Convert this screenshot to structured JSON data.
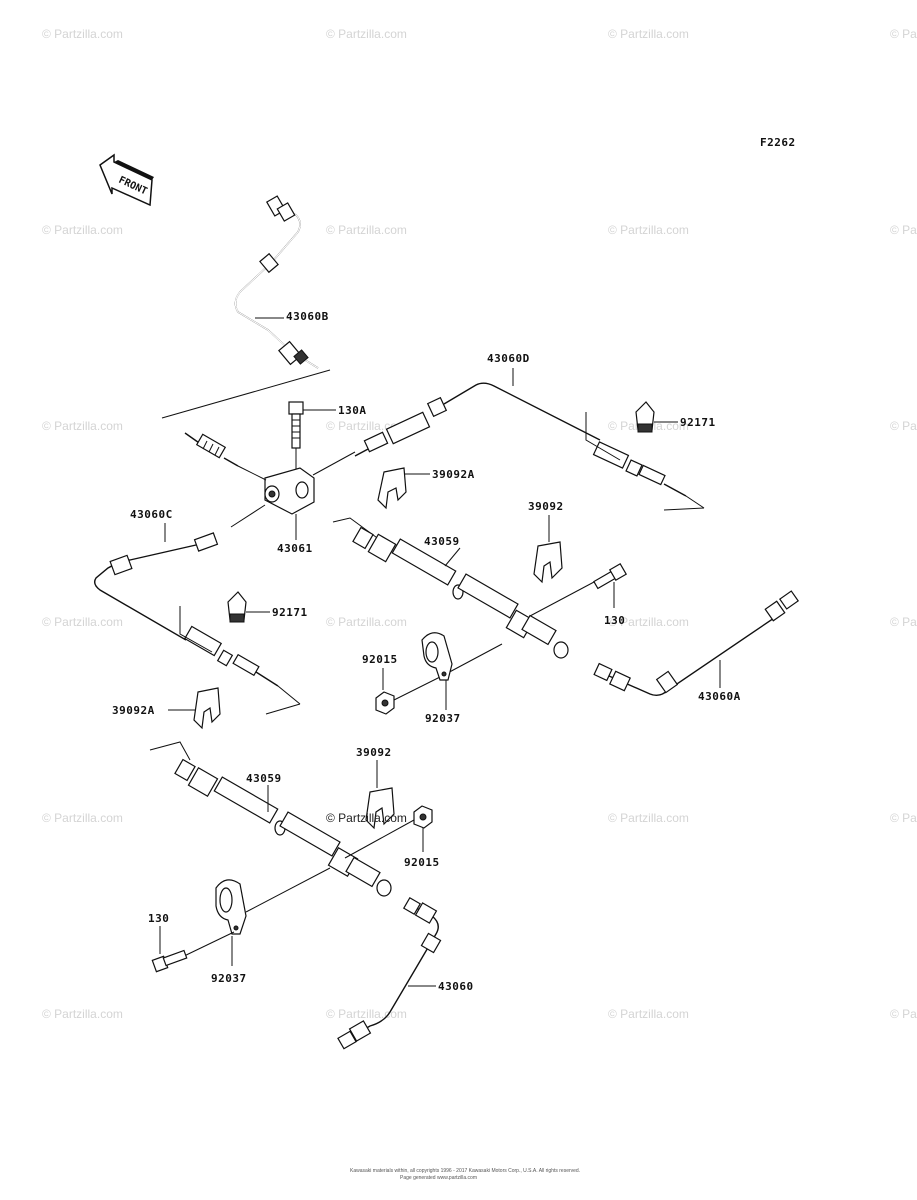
{
  "figure_code": "F2262",
  "front_label": "FRONT",
  "watermark_text": "© Partzilla.com",
  "center_watermark_text": "© Partzilla.com",
  "parts": {
    "p43060B": "43060B",
    "p130A": "130A",
    "p43060D": "43060D",
    "p92171_top": "92171",
    "p39092A_top": "39092A",
    "p39092_top": "39092",
    "p43060C": "43060C",
    "p43061": "43061",
    "p43059_top": "43059",
    "p130_right": "130",
    "p92171_mid": "92171",
    "p92015_top": "92015",
    "p43060A": "43060A",
    "p92037_top": "92037",
    "p39092A_left": "39092A",
    "p39092_low": "39092",
    "p43059_low": "43059",
    "p92015_low": "92015",
    "p130_low": "130",
    "p92037_low": "92037",
    "p43060": "43060"
  },
  "footer": {
    "line1": "Kawasaki materials within, all copyrights 1996 - 2017 Kawasaki Motors Corp., U.S.A. All rights reserved.",
    "line2": "Page generated www.partzilla.com"
  }
}
